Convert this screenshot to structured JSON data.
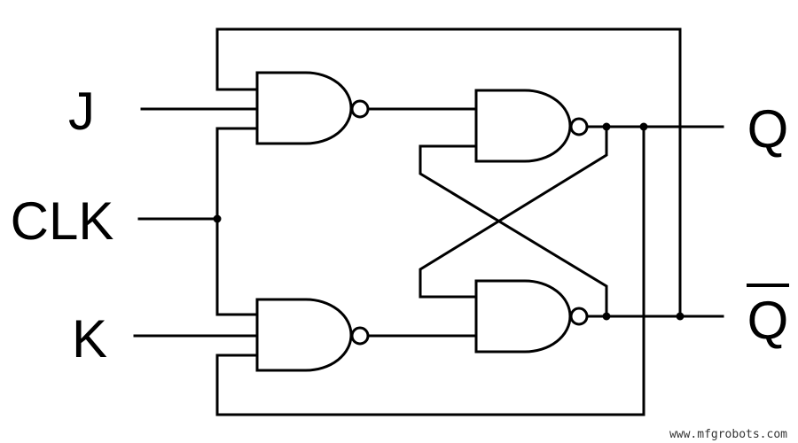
{
  "inputs": {
    "j": "J",
    "clk": "CLK",
    "k": "K"
  },
  "outputs": {
    "q": "Q",
    "q_bar": "Q"
  },
  "watermark": "www.mfgrobots.com"
}
